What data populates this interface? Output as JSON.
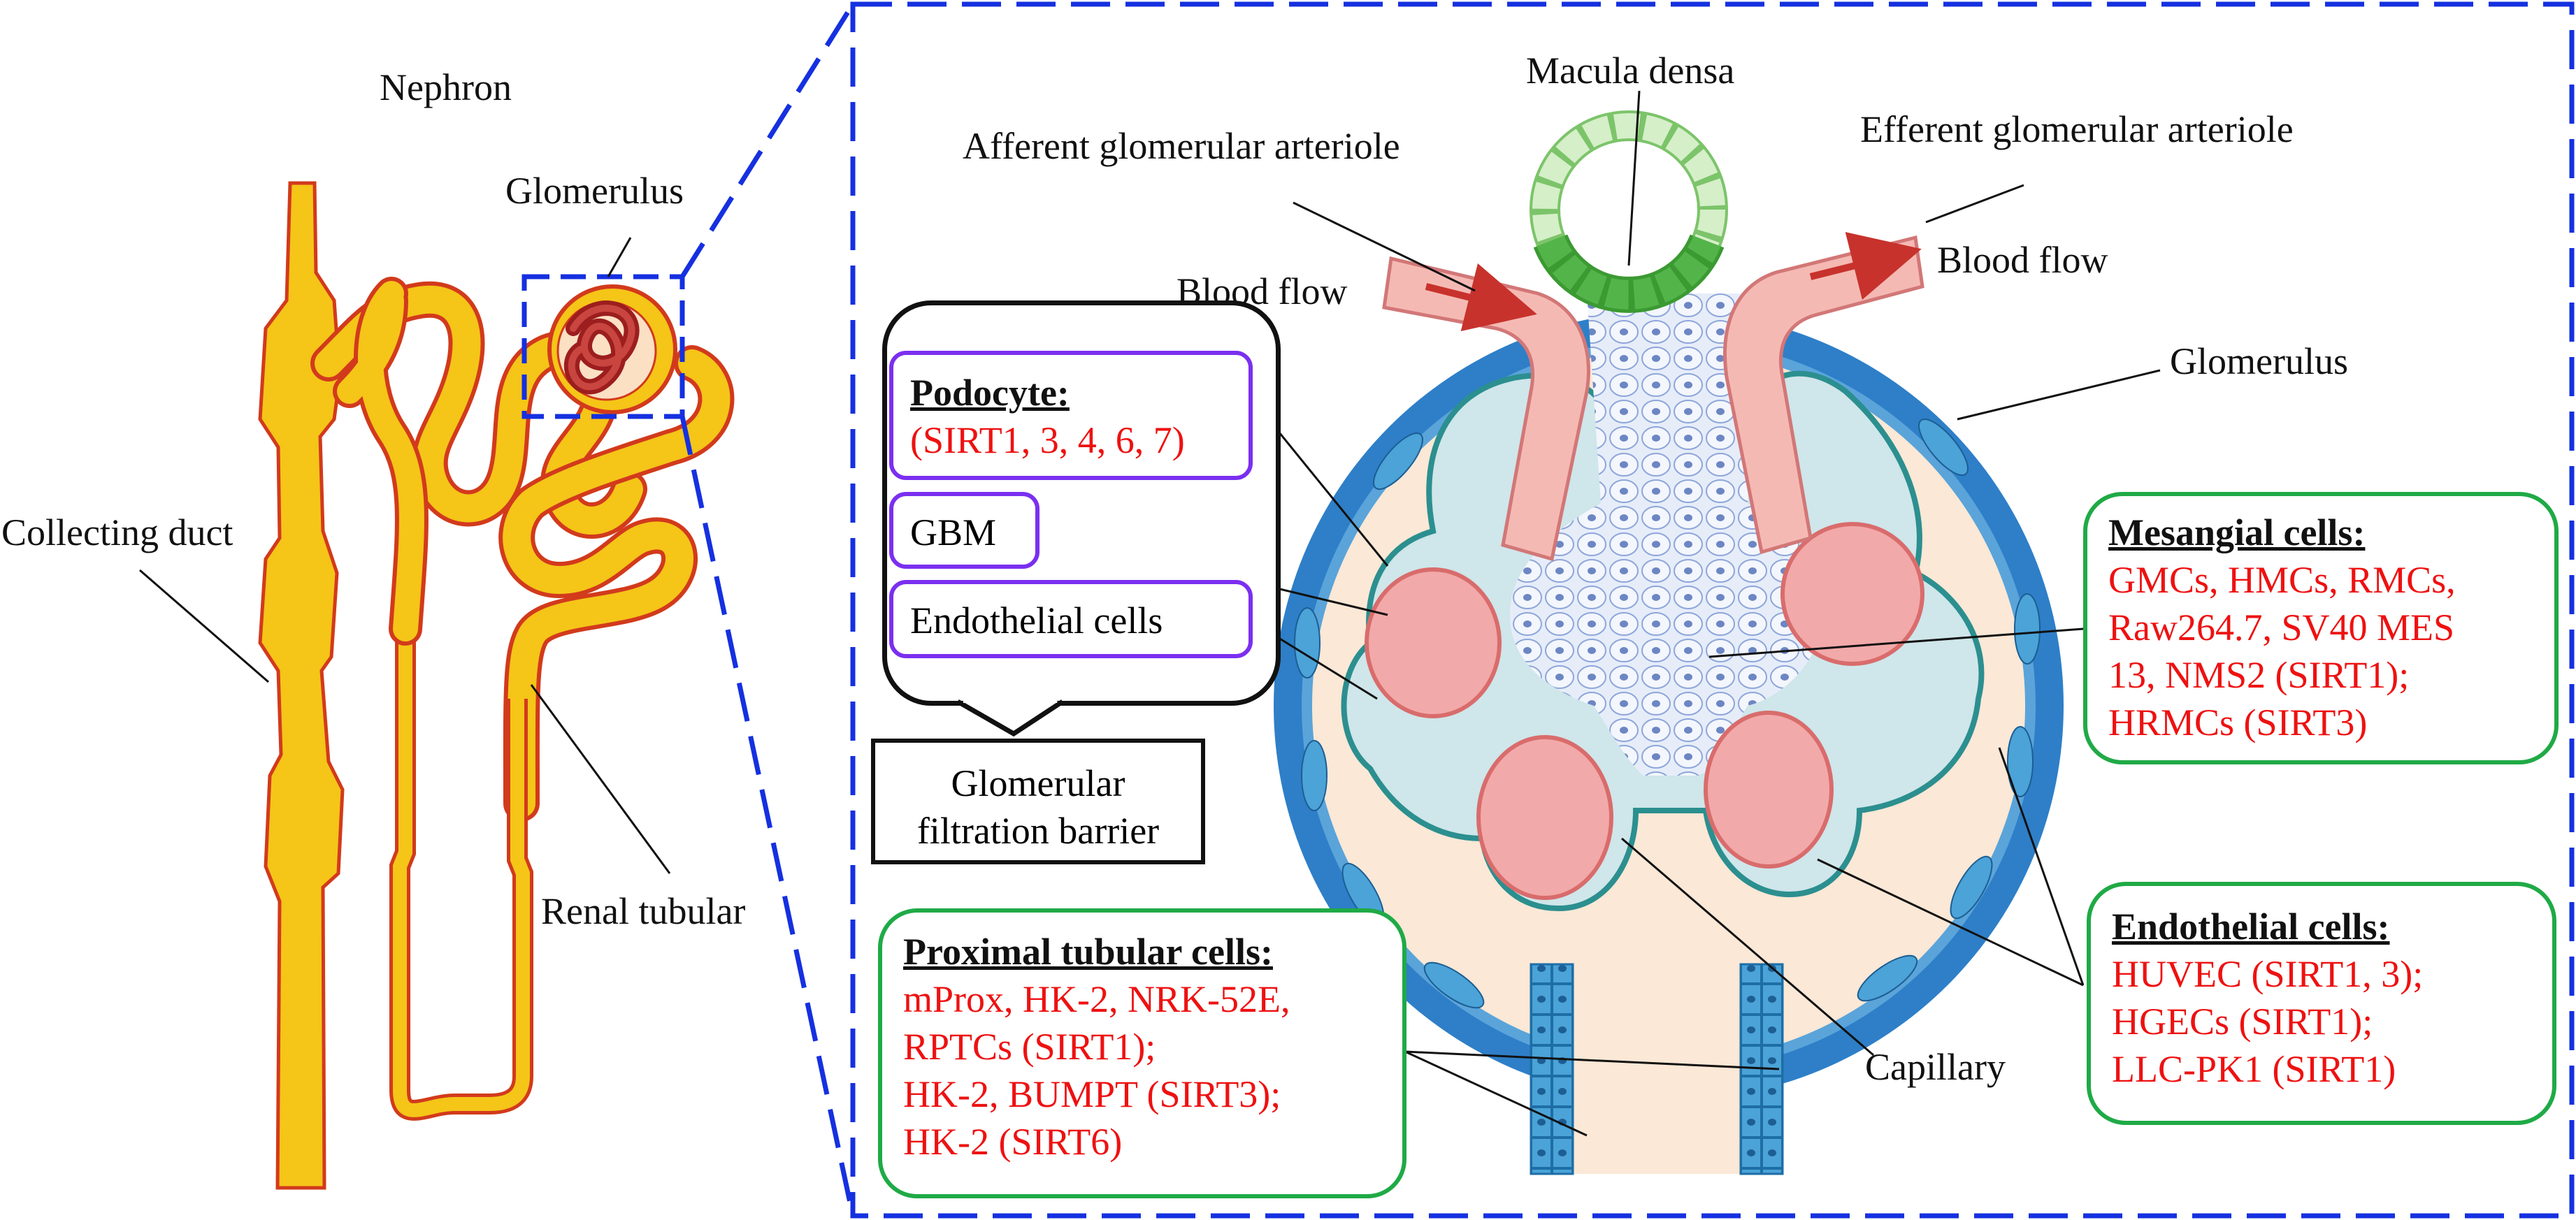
{
  "left": {
    "nephron_label": "Nephron",
    "glomerulus_label": "Glomerulus",
    "collecting_duct_label": "Collecting duct",
    "renal_tubular_label": "Renal tubular"
  },
  "center": {
    "macula_densa_label": "Macula densa",
    "afferent_label": "Afferent glomerular arteriole",
    "efferent_label": "Efferent glomerular arteriole",
    "blood_flow_left": "Blood flow",
    "blood_flow_right": "Blood flow",
    "glomerulus_label": "Glomerulus",
    "capillary_label": "Capillary"
  },
  "barrier": {
    "podocyte_title": "Podocyte:",
    "podocyte_sirts": "(SIRT1, 3, 4, 6, 7)",
    "gbm": "GBM",
    "endothelial": "Endothelial cells",
    "callout_line1": "Glomerular",
    "callout_line2": "filtration barrier"
  },
  "mesangial": {
    "title": "Mesangial cells:",
    "lines": [
      "GMCs, HMCs, RMCs,",
      "Raw264.7, SV40 MES",
      "13, NMS2 (SIRT1);",
      "HRMCs (SIRT3)"
    ]
  },
  "endothelial_cells": {
    "title": "Endothelial cells:",
    "lines": [
      "HUVEC (SIRT1, 3);",
      "HGECs (SIRT1);",
      "LLC-PK1 (SIRT1)"
    ]
  },
  "proximal": {
    "title": "Proximal tubular cells:",
    "lines": [
      "mProx, HK-2, NRK-52E,",
      "RPTCs (SIRT1);",
      "HK-2, BUMPT (SIRT3);",
      "HK-2 (SIRT6)"
    ]
  },
  "colors": {
    "dashed_frame": "#1530e0",
    "tubule_fill": "#f5c518",
    "tubule_stroke": "#d23a1c",
    "capsule_blue": "#2e7fc8",
    "capsule_inner": "#fbe8d6",
    "capillary_fill": "#f2a9a9",
    "vessel_fill": "#f5b9b4",
    "mesangial_fill": "#dfe8f8",
    "macula_green": "#3b9a32",
    "green_box": "#1faa46",
    "purple_box": "#7b2ff0",
    "sirt_text": "#ee1111"
  }
}
